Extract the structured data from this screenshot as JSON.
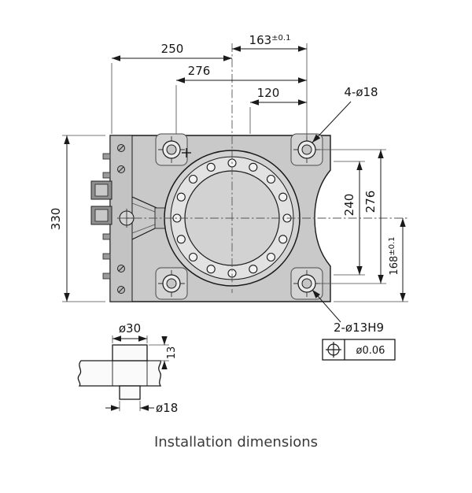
{
  "caption": "Installation dimensions",
  "dims": {
    "top_width": "250",
    "top_right_main": "163",
    "top_right_tol": "±0.1",
    "upper_width": "276",
    "inner_width": "120",
    "left_height": "330",
    "right_inner": "240",
    "right_mid": "276",
    "right_outer_main": "168",
    "right_outer_tol": "±0.1",
    "corner_holes": "4-ø18",
    "pin_holes": "2-ø13H9",
    "position_tolerance": "ø0.06",
    "boss_dia": "ø30",
    "boss_height": "13",
    "pin_dia": "ø18"
  },
  "colors": {
    "body": "#c9c9c9",
    "line": "#1a1a1a"
  }
}
